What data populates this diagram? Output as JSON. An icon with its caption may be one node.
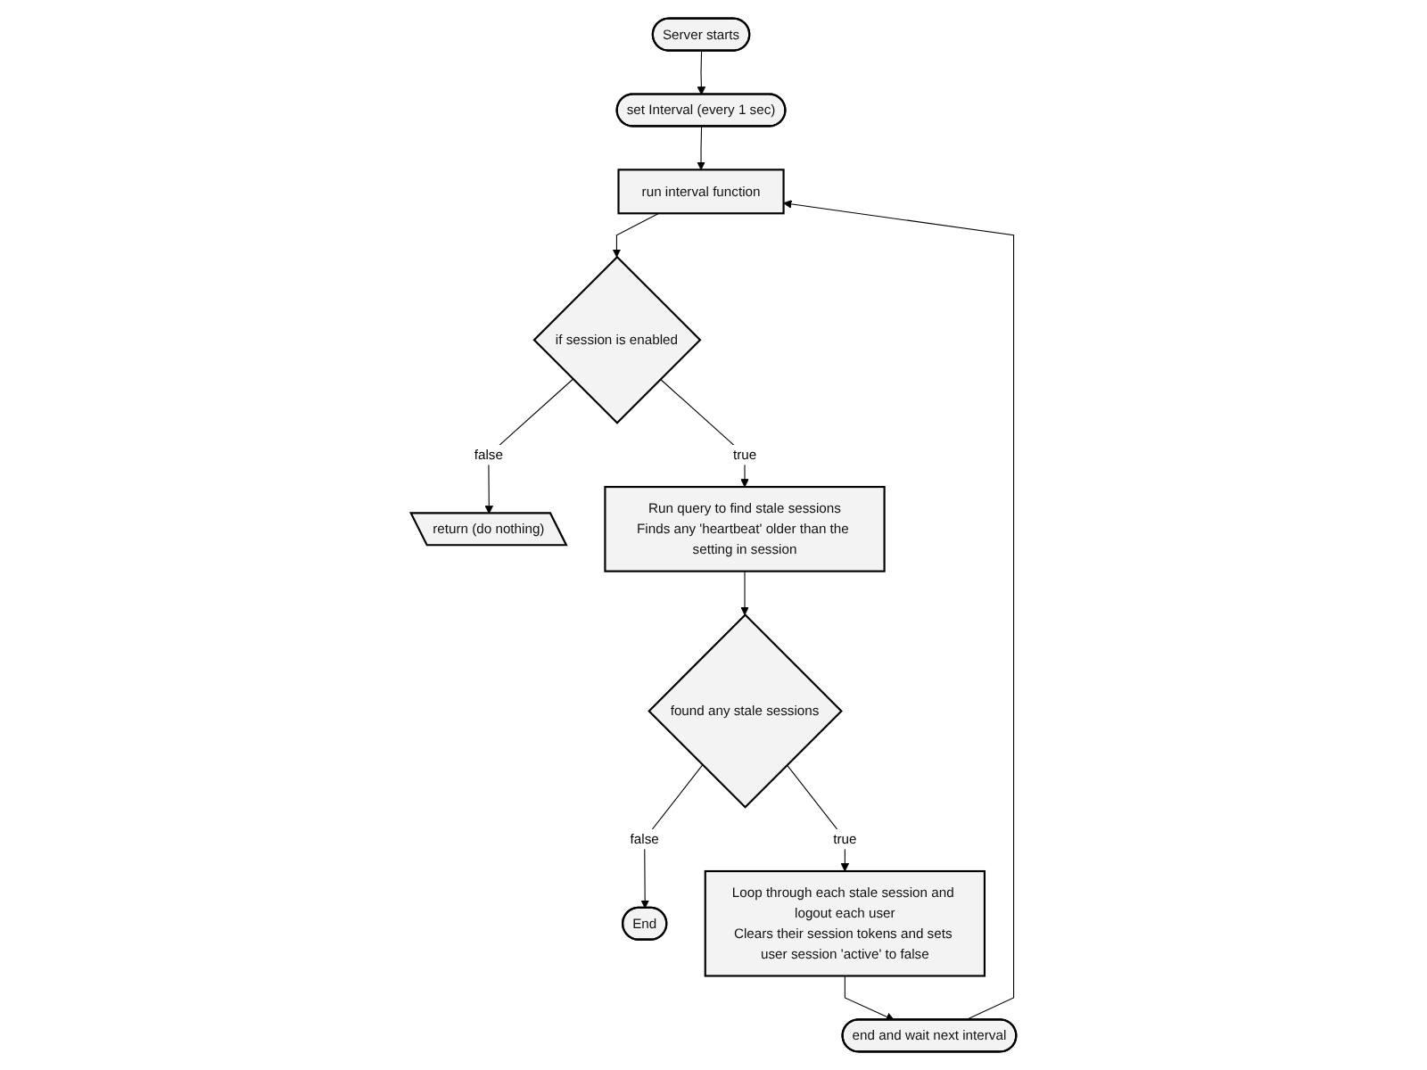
{
  "diagram": {
    "nodes": [
      {
        "text": [
          "Server starts"
        ]
      },
      {
        "text": [
          "set Interval (every 1 sec)"
        ]
      },
      {
        "text": [
          "run interval function"
        ]
      },
      {
        "text": [
          "if session is enabled"
        ]
      },
      {
        "text": [
          "return (do nothing)"
        ]
      },
      {
        "text": [
          "Run query to find stale sessions",
          "Finds any 'heartbeat' older than the setting in session"
        ]
      },
      {
        "text": [
          "found any stale sessions"
        ]
      },
      {
        "text": [
          "End"
        ]
      },
      {
        "text": [
          "Loop through each stale session and logout each user",
          "Clears their session tokens and sets user session 'active' to false"
        ]
      },
      {
        "text": [
          "end and wait next interval"
        ]
      }
    ],
    "edges": [
      {
        "from": 0,
        "to": 1,
        "arrow": "to"
      },
      {
        "from": 1,
        "to": 2,
        "arrow": "to"
      },
      {
        "from": 2,
        "to": 3,
        "arrow": "to"
      },
      {
        "from": 3,
        "to": 4,
        "arrow": "to",
        "label": "false"
      },
      {
        "from": 3,
        "to": 5,
        "arrow": "to",
        "label": "true"
      },
      {
        "from": 5,
        "to": 6,
        "arrow": "to"
      },
      {
        "from": 6,
        "to": 8,
        "arrow": "to",
        "label": "true"
      },
      {
        "from": 6,
        "to": 7,
        "arrow": "to",
        "label": "false"
      },
      {
        "from": 8,
        "to": 9,
        "arrow": "to"
      },
      {
        "from": 9,
        "to": 2,
        "arrow": "to"
      }
    ]
  }
}
